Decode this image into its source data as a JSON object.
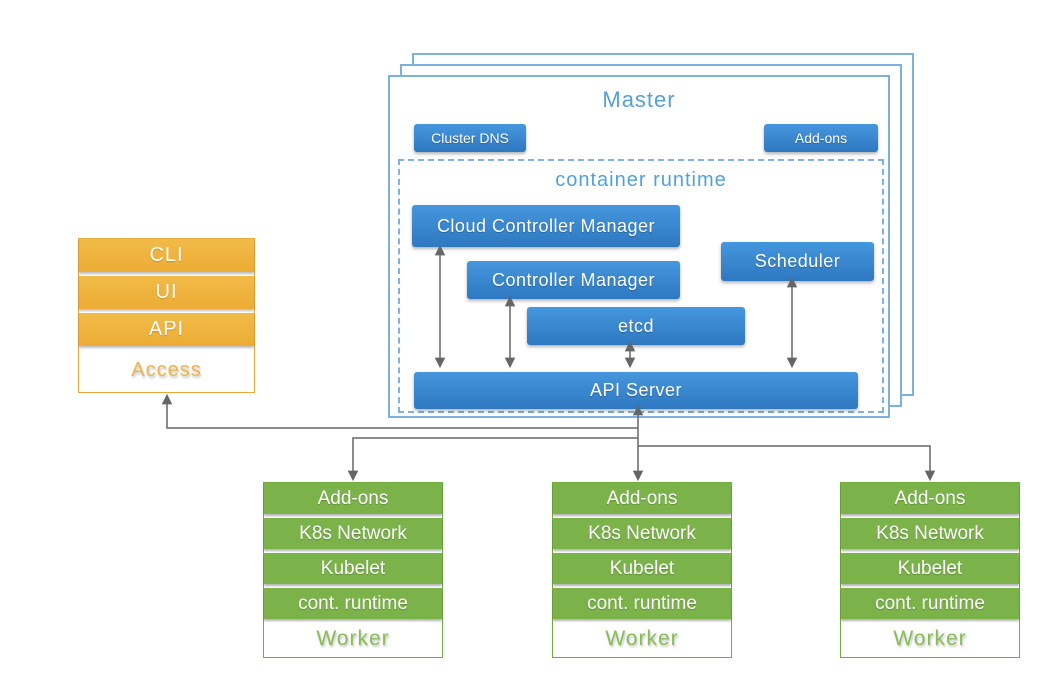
{
  "master": {
    "title": "Master",
    "cluster_dns": "Cluster DNS",
    "addons": "Add-ons",
    "runtime": {
      "title": "container runtime",
      "ccm": "Cloud Controller Manager",
      "cm": "Controller Manager",
      "etcd": "etcd",
      "scheduler": "Scheduler",
      "api_server": "API Server"
    }
  },
  "access": {
    "rows": [
      "CLI",
      "UI",
      "API"
    ],
    "label": "Access"
  },
  "worker": {
    "rows": [
      "Add-ons",
      "K8s Network",
      "Kubelet",
      "cont. runtime"
    ],
    "label": "Worker"
  },
  "colors": {
    "component_blue_top": "#4597DE",
    "component_blue_bottom": "#2E78C0",
    "master_border_blue": "#7CB0DE",
    "title_text_blue": "#54A0DC",
    "worker_green": "#7BB24A",
    "worker_label_green": "#8ABD58",
    "access_orange": "#EFB53F",
    "access_label_orange": "#EFB54A",
    "arrow_gray": "#666666"
  }
}
